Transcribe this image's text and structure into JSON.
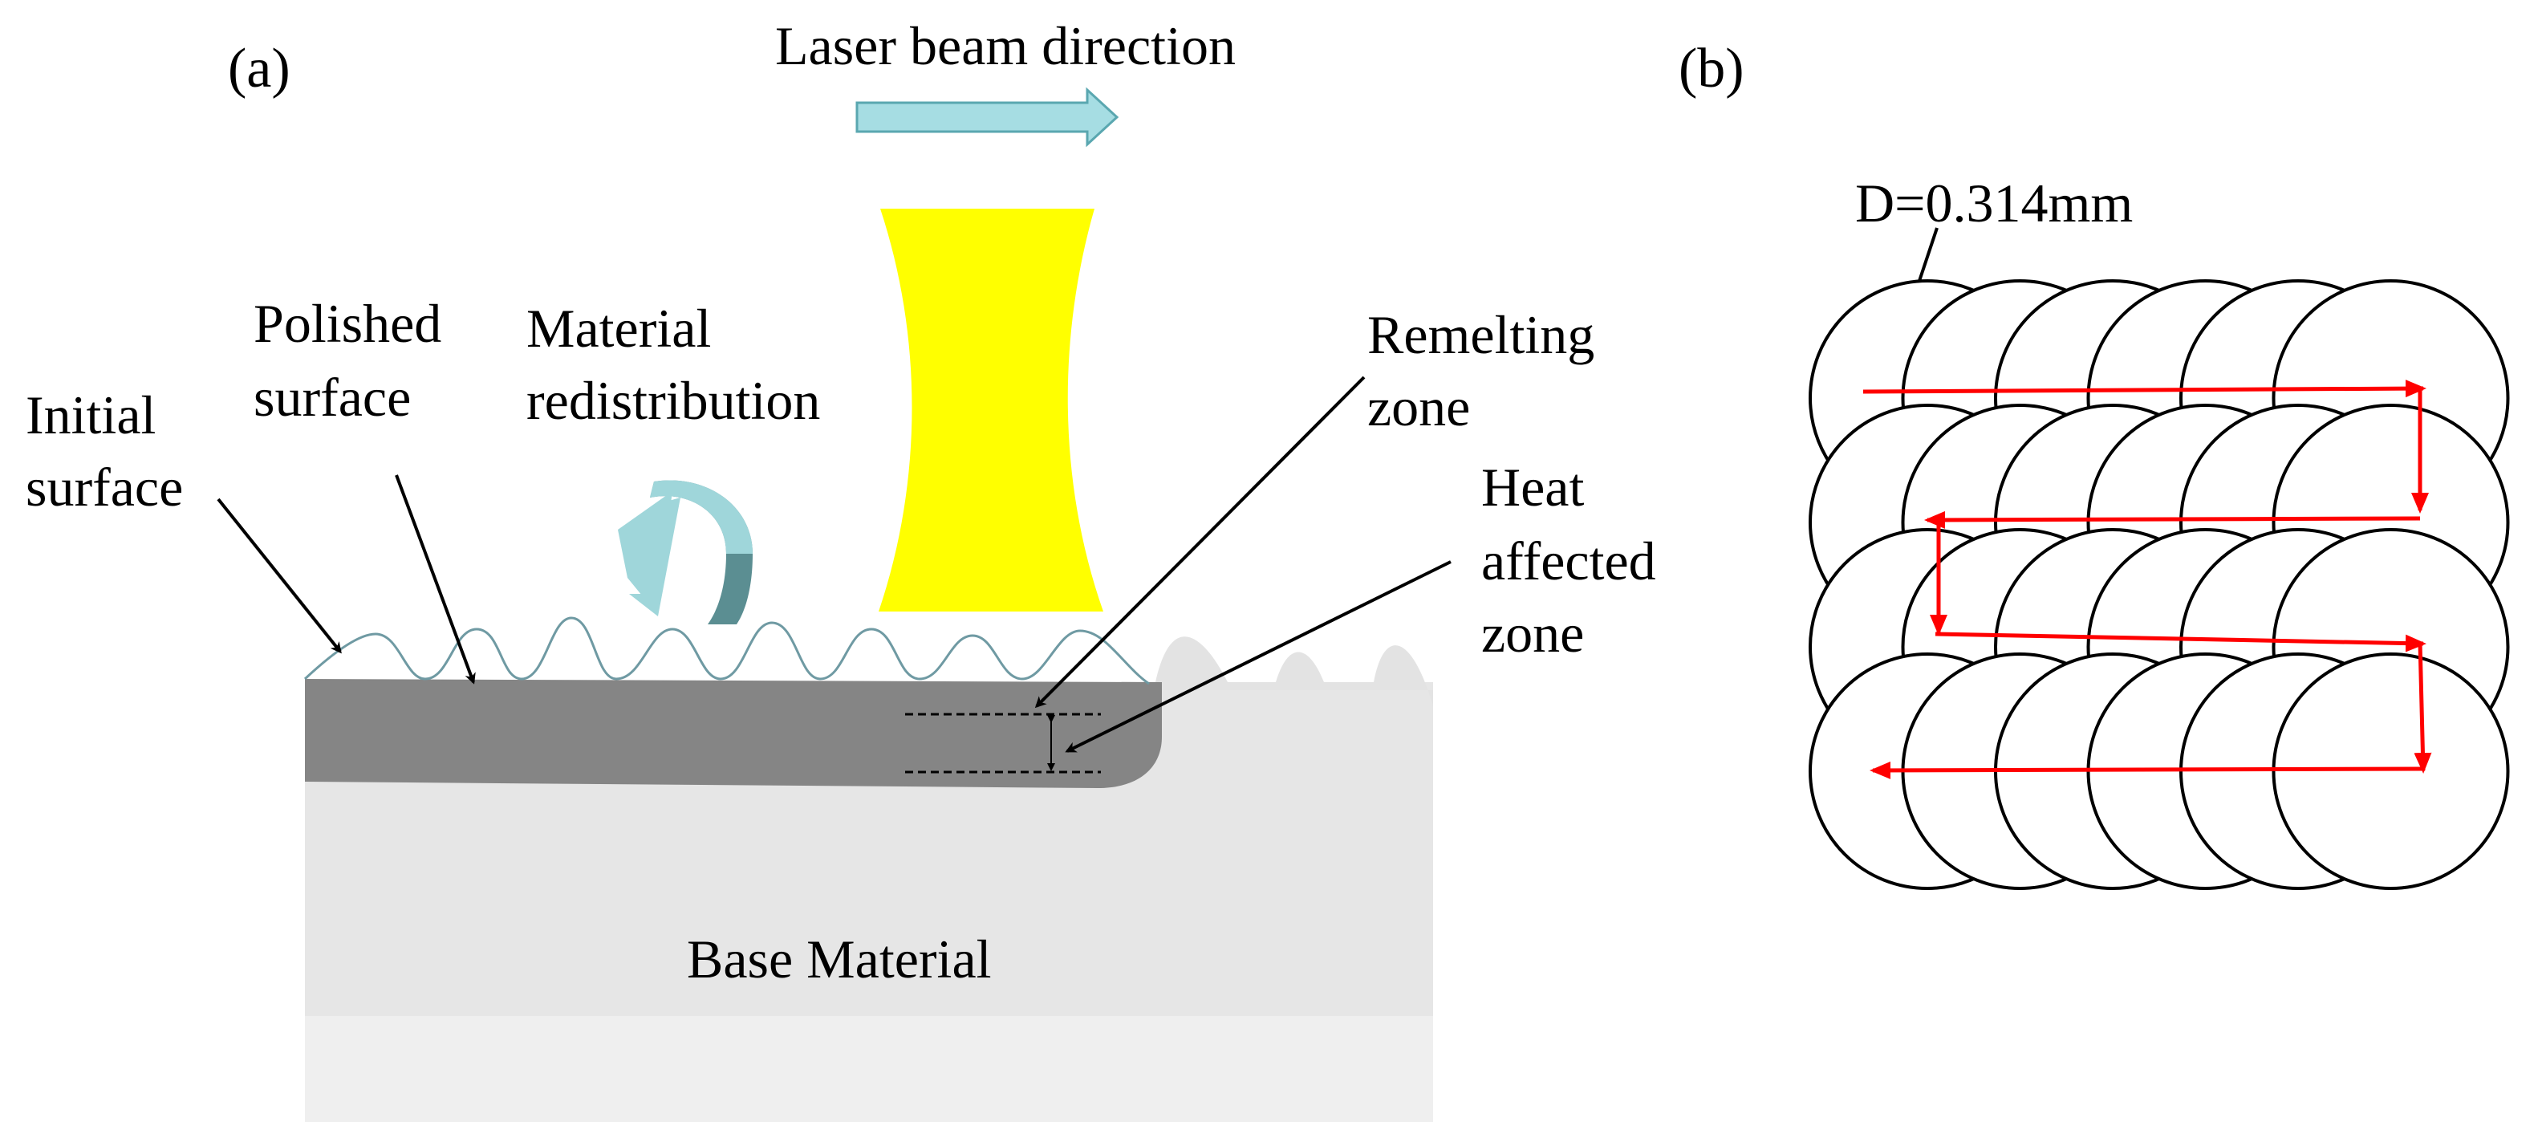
{
  "panel_a": {
    "label": "(a)",
    "title_arrow": "Laser beam direction",
    "labels": {
      "initial_surface": [
        "Initial",
        "surface"
      ],
      "polished_surface": [
        "Polished",
        "surface"
      ],
      "material_redistribution": [
        "Material",
        "redistribution"
      ],
      "remelting_zone": [
        "Remelting",
        "zone"
      ],
      "heat_affected_zone": [
        "Heat",
        "affected",
        "zone"
      ],
      "base_material": "Base Material"
    }
  },
  "panel_b": {
    "label": "(b)",
    "diameter_label": "D=0.314mm",
    "grid": {
      "rows": 4,
      "columns": 6
    }
  },
  "colors": {
    "laser_beam": "#ffff00",
    "direction_arrow": "#a6dde3",
    "direction_arrow_stroke": "#5aa7b0",
    "redistribution_arrow": "#9fd6da",
    "redistribution_arrow_dark": "#5b8e92",
    "polished_layer": "#858585",
    "base_material": "#e6e6e6",
    "base_material_lower": "#efefef",
    "surface_wave": "#6f9aa3",
    "scan_path": "#ff0000"
  }
}
